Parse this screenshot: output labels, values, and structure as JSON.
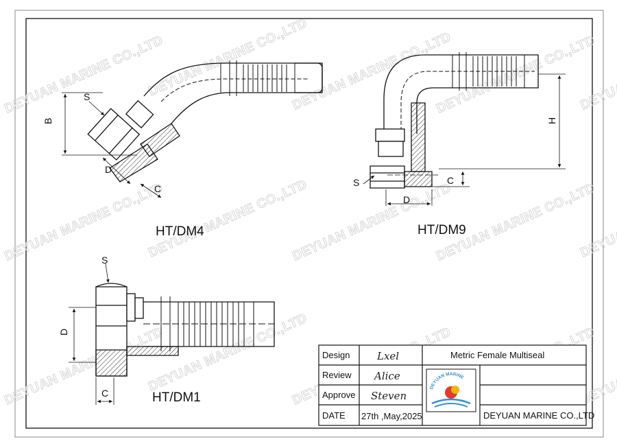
{
  "drawings": [
    {
      "label": "HT/DM4",
      "dims": [
        "S",
        "B",
        "D",
        "C"
      ]
    },
    {
      "label": "HT/DM9",
      "dims": [
        "S",
        "H",
        "C",
        "D"
      ]
    },
    {
      "label": "HT/DM1",
      "dims": [
        "S",
        "D",
        "C"
      ]
    }
  ],
  "title_block": {
    "rows": [
      {
        "label": "Design",
        "signature": "Lxel"
      },
      {
        "label": "Review",
        "signature": "Alice"
      },
      {
        "label": "Approve",
        "signature": "Steven"
      }
    ],
    "date_label": "DATE",
    "date_value": "27th ,May,2025",
    "title": "Metric Female Multiseal",
    "company": "DEYUAN MARINE CO.,LTD",
    "logo_text": "DEYUAN MARINE"
  },
  "watermark": "DEYUAN MARINE CO.,LTD",
  "colors": {
    "line": "#111111",
    "hatch": "#222222",
    "watermark": "#d6d6d6",
    "logo_blue": "#2f8fd6",
    "logo_red": "#e23b2e",
    "logo_yellow": "#f4b400"
  }
}
